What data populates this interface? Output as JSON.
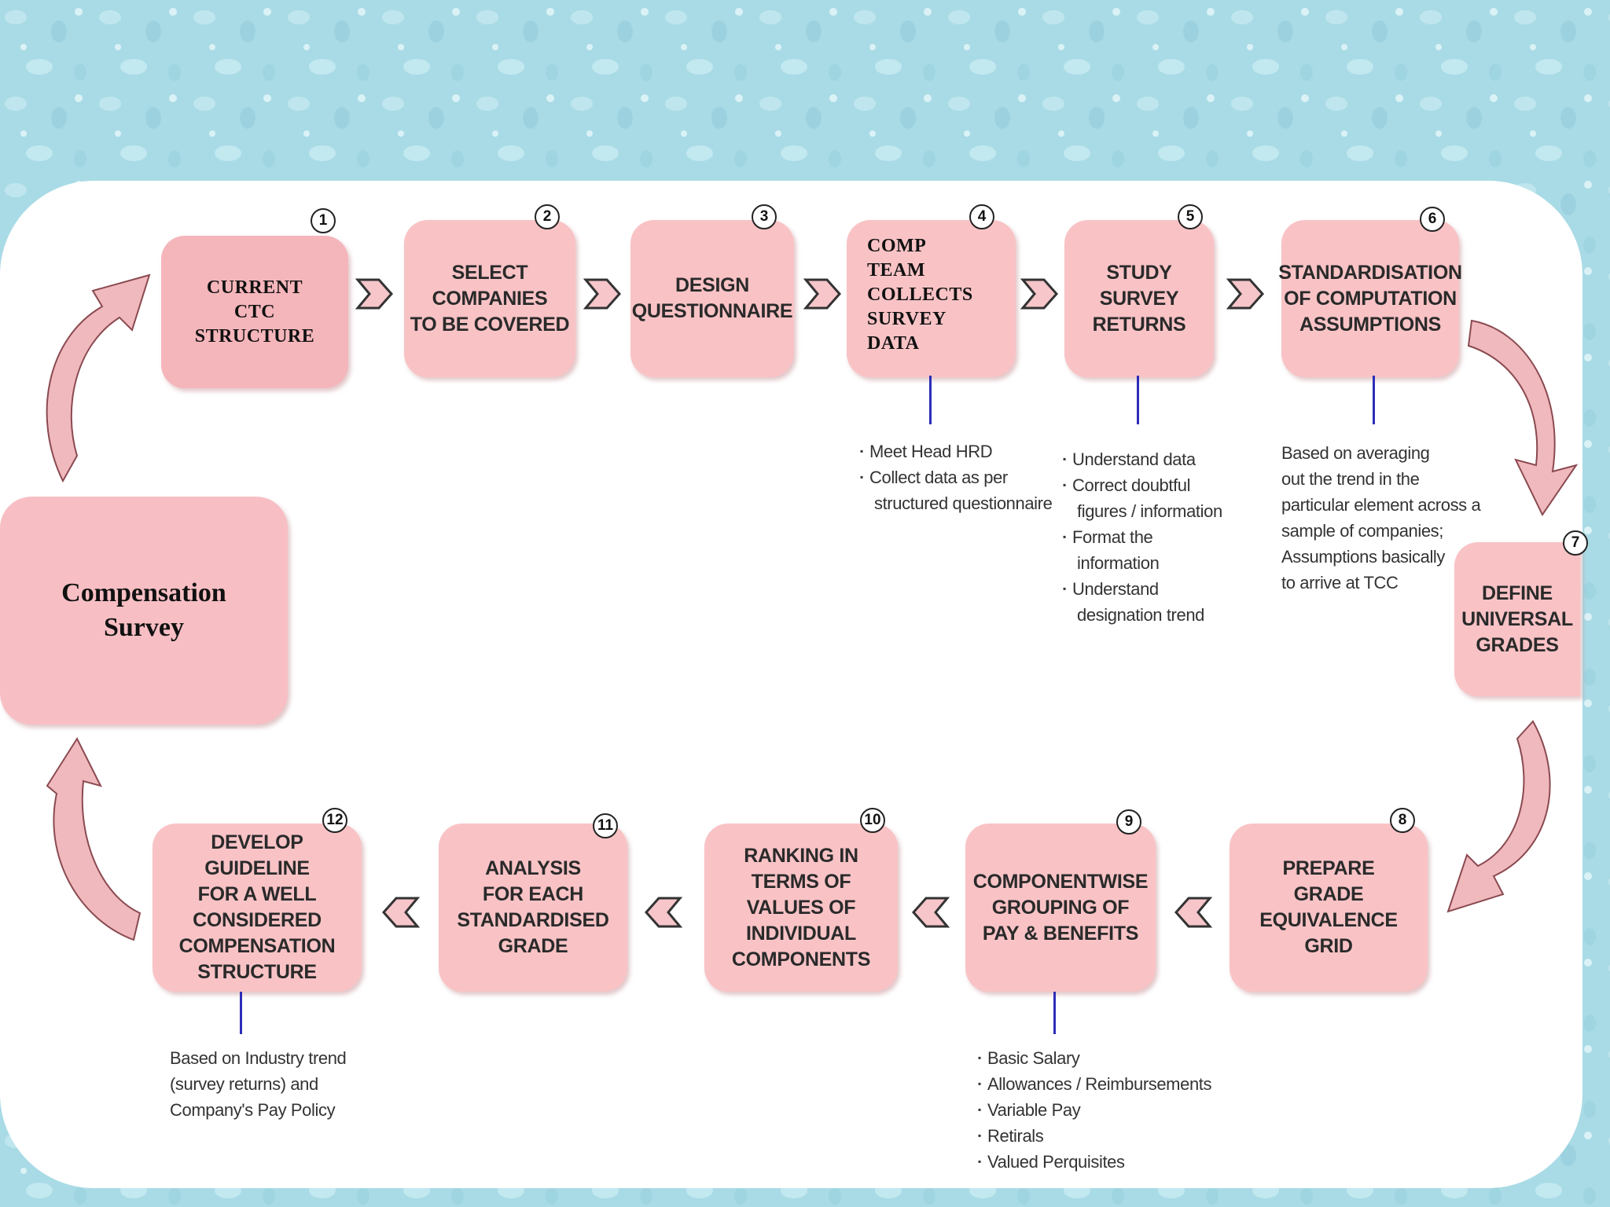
{
  "title": "Compensation\nSurvey",
  "steps": [
    {
      "num": "1",
      "label": "CURRENT\nCTC\nSTRUCTURE"
    },
    {
      "num": "2",
      "label": "SELECT\nCOMPANIES\nTO BE COVERED"
    },
    {
      "num": "3",
      "label": "DESIGN\nQUESTIONNAIRE"
    },
    {
      "num": "4",
      "label": "COMP\nTEAM\nCOLLECTS\nSURVEY\nDATA"
    },
    {
      "num": "5",
      "label": "STUDY\nSURVEY\nRETURNS"
    },
    {
      "num": "6",
      "label": "STANDARDISATION\nOF COMPUTATION\nASSUMPTIONS"
    },
    {
      "num": "7",
      "label": "DEFINE\nUNIVERSAL\nGRADES"
    },
    {
      "num": "8",
      "label": "PREPARE\nGRADE\nEQUIVALENCE\nGRID"
    },
    {
      "num": "9",
      "label": "COMPONENTWISE\nGROUPING OF\nPAY & BENEFITS"
    },
    {
      "num": "10",
      "label": "RANKING IN\nTERMS OF\nVALUES OF\nINDIVIDUAL\nCOMPONENTS"
    },
    {
      "num": "11",
      "label": "ANALYSIS\nFOR EACH\nSTANDARDISED\nGRADE"
    },
    {
      "num": "12",
      "label": "DEVELOP\nGUIDELINE\nFOR A WELL\nCONSIDERED\nCOMPENSATION\nSTRUCTURE"
    }
  ],
  "notes": {
    "step4": [
      "Meet Head HRD",
      "Collect data as per",
      "structured questionnaire"
    ],
    "step5": [
      "Understand data",
      "Correct doubtful",
      "figures / information",
      "Format the",
      "information",
      "Understand",
      "designation trend"
    ],
    "step6": [
      "Based on averaging",
      "out the trend in the",
      "particular element across a",
      "sample of companies;",
      "Assumptions basically",
      "to arrive at TCC"
    ],
    "step9": [
      "Basic Salary",
      "Allowances / Reimbursements",
      "Variable Pay",
      "Retirals",
      "Valued Perquisites"
    ],
    "step12": [
      "Based on Industry trend",
      "(survey returns) and",
      "Company's Pay Policy"
    ]
  },
  "colors": {
    "box": "#f9c3c6",
    "arrow": "#f0b9be",
    "connector": "#2d2db8",
    "background": "#a9dbe6"
  }
}
